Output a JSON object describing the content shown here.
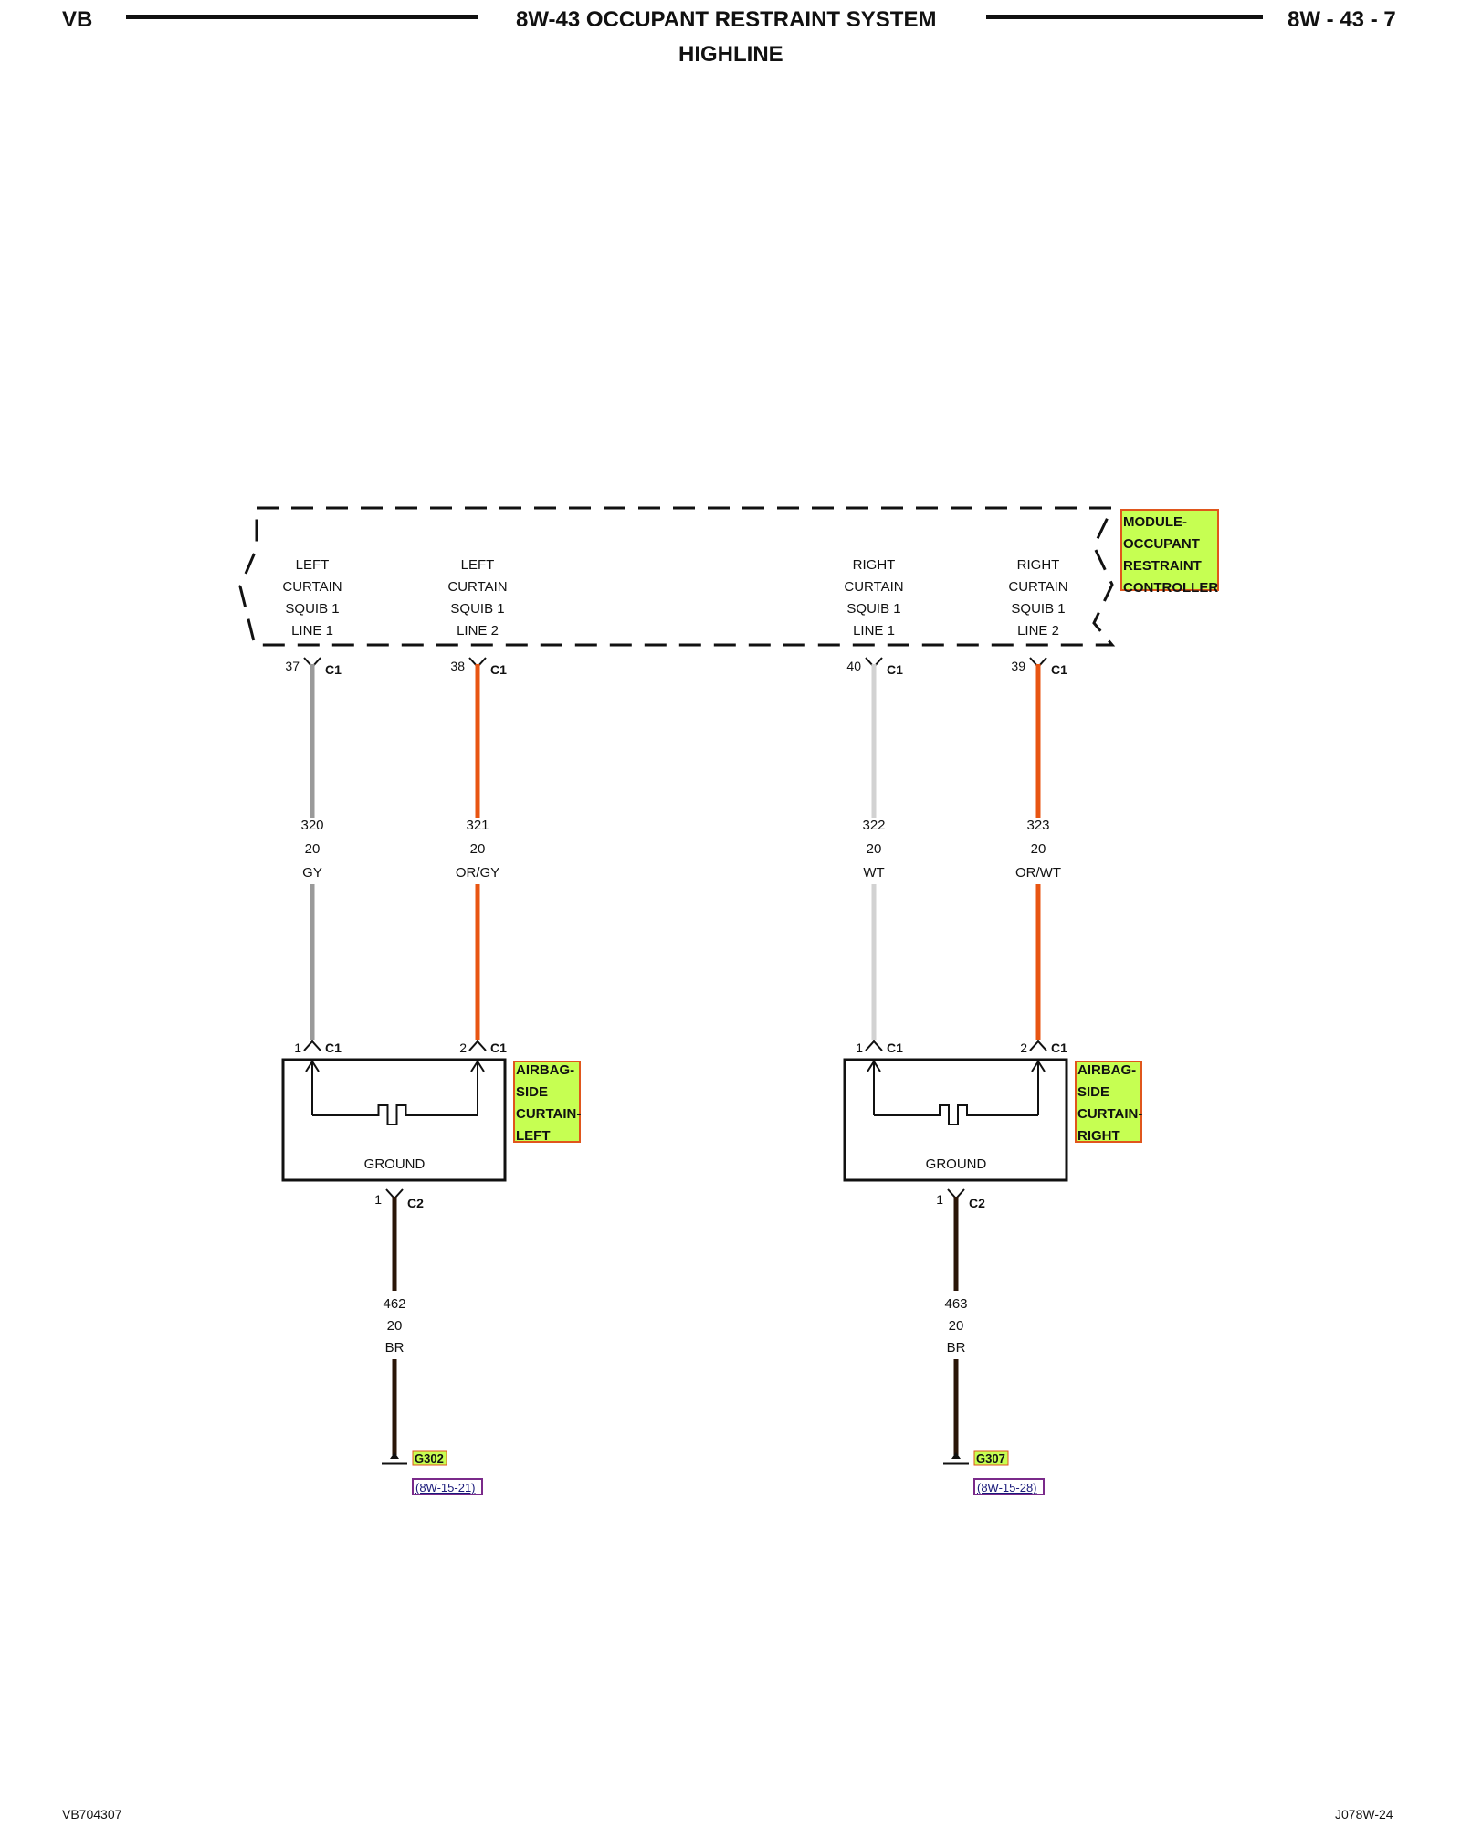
{
  "header": {
    "left": "VB",
    "title": "8W-43 OCCUPANT RESTRAINT SYSTEM",
    "subtitle": "HIGHLINE",
    "page": "8W - 43 - 7"
  },
  "footer": {
    "left": "VB704307",
    "right": "J078W-24"
  },
  "colors": {
    "GY": "#9a9a9a",
    "OR/GY": "#e85512",
    "WT": "#d2d2d2",
    "OR/WT": "#e85512",
    "BR": "#2a1608",
    "highlight_fill": "#c6ff52",
    "highlight_border": "#e0561c",
    "ref_border": "#7a2a8a"
  },
  "module": {
    "label": [
      "MODULE-",
      "OCCUPANT",
      "RESTRAINT",
      "CONTROLLER"
    ],
    "pins": [
      {
        "lines": [
          "LEFT",
          "CURTAIN",
          "SQUIB 1",
          "LINE 1"
        ],
        "pin": "37",
        "conn": "C1"
      },
      {
        "lines": [
          "LEFT",
          "CURTAIN",
          "SQUIB 1",
          "LINE 2"
        ],
        "pin": "38",
        "conn": "C1"
      },
      {
        "lines": [
          "RIGHT",
          "CURTAIN",
          "SQUIB 1",
          "LINE 1"
        ],
        "pin": "40",
        "conn": "C1"
      },
      {
        "lines": [
          "RIGHT",
          "CURTAIN",
          "SQUIB 1",
          "LINE 2"
        ],
        "pin": "39",
        "conn": "C1"
      }
    ]
  },
  "wires": [
    {
      "circuit": "320",
      "gauge": "20",
      "color": "GY"
    },
    {
      "circuit": "321",
      "gauge": "20",
      "color": "OR/GY"
    },
    {
      "circuit": "322",
      "gauge": "20",
      "color": "WT"
    },
    {
      "circuit": "323",
      "gauge": "20",
      "color": "OR/WT"
    }
  ],
  "airbags": [
    {
      "label": [
        "AIRBAG-",
        "SIDE",
        "CURTAIN-",
        "LEFT"
      ],
      "pins": [
        {
          "pin": "1",
          "conn": "C1"
        },
        {
          "pin": "2",
          "conn": "C1"
        }
      ],
      "ground_label": "GROUND",
      "ground_pin": {
        "pin": "1",
        "conn": "C2"
      },
      "ground_wire": {
        "circuit": "462",
        "gauge": "20",
        "color": "BR"
      },
      "ground_id": "G302",
      "ref": "(8W-15-21)"
    },
    {
      "label": [
        "AIRBAG-",
        "SIDE",
        "CURTAIN-",
        "RIGHT"
      ],
      "pins": [
        {
          "pin": "1",
          "conn": "C1"
        },
        {
          "pin": "2",
          "conn": "C1"
        }
      ],
      "ground_label": "GROUND",
      "ground_pin": {
        "pin": "1",
        "conn": "C2"
      },
      "ground_wire": {
        "circuit": "463",
        "gauge": "20",
        "color": "BR"
      },
      "ground_id": "G307",
      "ref": "(8W-15-28)"
    }
  ]
}
